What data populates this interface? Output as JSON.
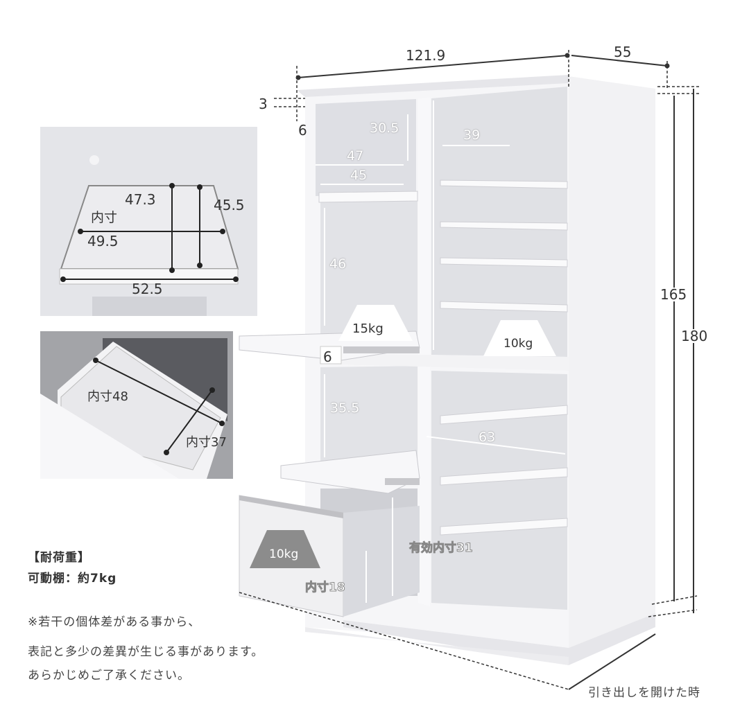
{
  "main_dimensions": {
    "width": "121.9",
    "depth": "55",
    "height_body": "165",
    "height_total": "180",
    "top_thickness": "3",
    "side_inset": "6"
  },
  "cabinet_left_column": {
    "upper_open_height": "30.5",
    "upper_width_outer": "47",
    "upper_width_inner": "45",
    "slide_shelf_space_height": "46",
    "slide_shelf_load": "15kg",
    "slide_shelf_thickness": "6",
    "lower_space_height": "35.5",
    "effective_inner": "有効内寸31",
    "drawer_inner_height": "内寸18",
    "drawer_load": "10kg"
  },
  "cabinet_right_column": {
    "upper_shelf_width": "39",
    "fixed_shelf_load": "10kg",
    "lower_shelf_width": "63"
  },
  "inset_slide_shelf": {
    "depth_outer": "47.3",
    "depth_inner": "45.5",
    "inner_label": "内寸",
    "width_inner": "49.5",
    "width_outer": "52.5"
  },
  "inset_drawer": {
    "inner_length": "内寸48",
    "inner_width": "内寸37"
  },
  "load_notes": {
    "heading": "【耐荷重】",
    "movable_shelf": "可動棚：約7kg"
  },
  "disclaimer": {
    "line1": "※若干の個体差がある事から、",
    "line2": "表記と多少の差異が生じる事があります。",
    "line3": "あらかじめご了承ください。"
  },
  "drawer_open_label": "引き出しを開けた時",
  "colors": {
    "cabinet_white": "#f4f4f6",
    "interior_gray": "#dcdde2",
    "load_badge_white": "#ffffff",
    "load_badge_gray": "#8c8c8c",
    "dimension_line": "#333333"
  }
}
